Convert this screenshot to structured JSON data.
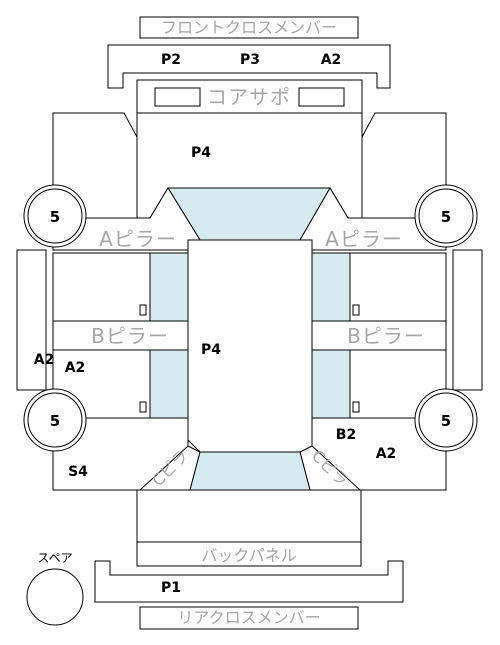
{
  "labels": {
    "front_cross_member": "フロントクロスメンバー",
    "core_support": "コアサポ",
    "a_pillar": "Aピラー",
    "b_pillar": "Bピラー",
    "back_panel": "バックパネル",
    "rear_cross_member": "リアクロスメンバー",
    "spare": "スペア",
    "c_pillar": "Cピラ"
  },
  "codes": {
    "front_left": "P2",
    "front_center": "P3",
    "front_right": "A2",
    "hood": "P4",
    "roof": "P4",
    "left_side": "A2",
    "left_rocker": "A2",
    "left_rear": "S4",
    "right_rear_inner": "B2",
    "right_rear": "A2",
    "rear": "P1"
  },
  "wheels": {
    "front_left": "5",
    "front_right": "5",
    "rear_left": "5",
    "rear_right": "5"
  }
}
